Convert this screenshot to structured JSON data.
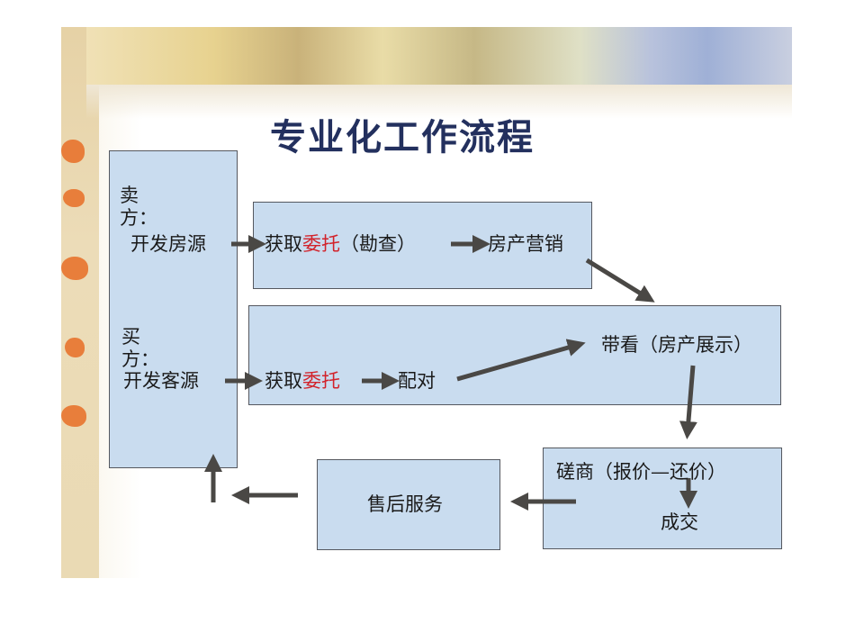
{
  "title": "专业化工作流程",
  "seller_label": "卖方：",
  "seller_source": "开发房源",
  "row1": {
    "obtain": "获取",
    "commission": "委托",
    "survey": "（勘查）",
    "marketing": "房产营销"
  },
  "buyer_label": "买方：",
  "buyer_source": "开发客源",
  "row2": {
    "obtain": "获取",
    "commission": "委托",
    "match": "配对",
    "viewing": "带看（房产展示）"
  },
  "negotiation": "磋商（报价—还价）",
  "deal": "成交",
  "after_sales": "售后服务",
  "colors": {
    "title": "#23305e",
    "box_fill": "#c9dcef",
    "box_border": "#55585f",
    "arrow": "#4a4845",
    "highlight": "#d2222a"
  }
}
